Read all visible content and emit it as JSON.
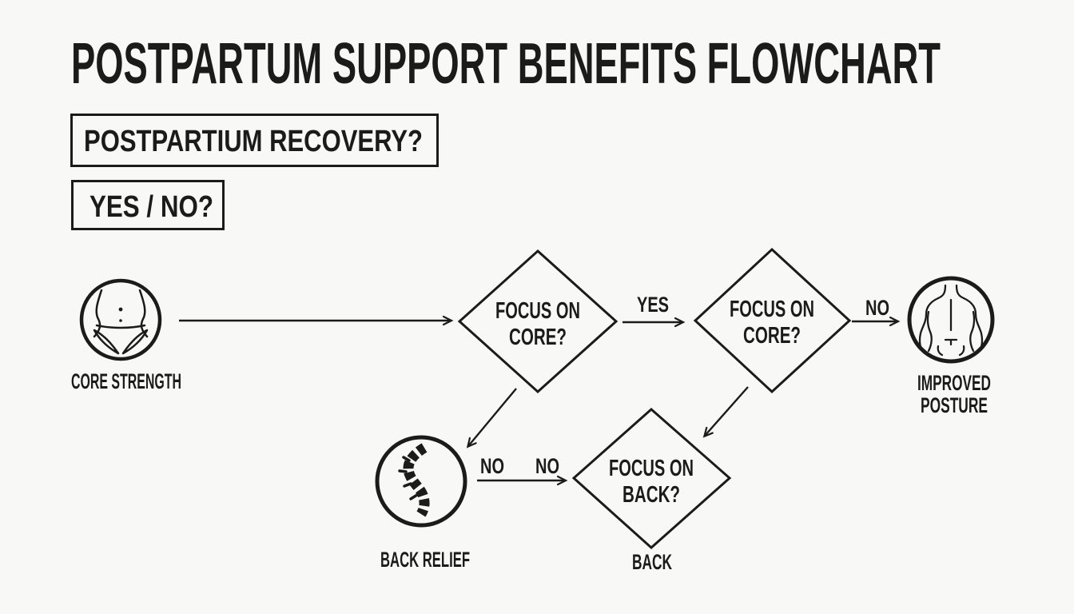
{
  "page": {
    "title": "POSTPARTUM SUPPORT BENEFITS FLOWCHART",
    "background_color": "#f8f8f6",
    "ink_color": "#1b1b19"
  },
  "header": {
    "question_box": "POSTPARTIUM RECOVERY?",
    "answer_box": "YES / NO?"
  },
  "nodes": {
    "core_strength": {
      "label": "CORE STRENGTH",
      "icon": "female-core-torso-icon"
    },
    "decision_core_1": {
      "line1": "FOCUS ON",
      "line2": "CORE?"
    },
    "decision_core_2": {
      "line1": "FOCUS ON",
      "line2": "CORE?"
    },
    "improved_posture": {
      "label_line1": "IMPROVED",
      "label_line2": "POSTURE",
      "icon": "back-posture-icon"
    },
    "back_relief": {
      "label": "BACK RELIEF",
      "icon": "spine-icon"
    },
    "decision_back": {
      "line1": "FOCUS ON",
      "line2": "BACK?",
      "caption": "BACK"
    }
  },
  "edge_labels": {
    "yes": "YES",
    "no_to_posture": "NO",
    "no_first": "NO",
    "no_second": "NO"
  }
}
